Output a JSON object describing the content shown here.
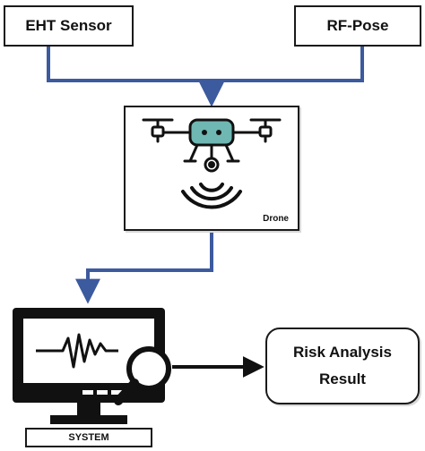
{
  "nodes": {
    "eht_sensor": "EHT Sensor",
    "rf_pose": "RF-Pose",
    "drone": "Drone",
    "risk_result_line1": "Risk Analysis",
    "risk_result_line2": "Result",
    "system": "SYSTEM"
  },
  "icons": {
    "drone": "drone-icon",
    "monitor": "monitor-icon",
    "magnifier": "magnifier-icon",
    "wifi_signal": "signal-waves-icon"
  },
  "colors": {
    "connector": "#3c5a9e",
    "outline": "#1a1a1a",
    "drone_body": "#6fb7b3"
  }
}
